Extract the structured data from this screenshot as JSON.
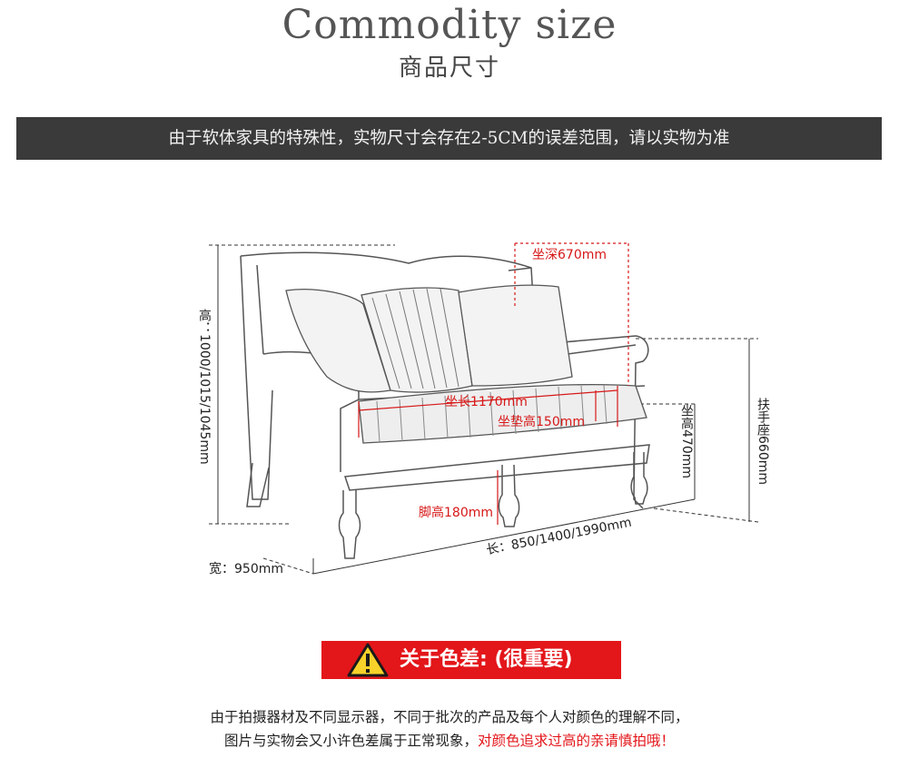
{
  "header": {
    "title_en": "Commodity size",
    "title_cn": "商品尺寸"
  },
  "notice": {
    "text": "由于软体家具的特殊性，实物尺寸会存在2-5CM的误差范围，请以实物为准"
  },
  "dimensions": {
    "seat_depth": "坐深670mm",
    "height": "高：1000/1015/1045mm",
    "seat_length": "坐长1170mm",
    "cushion_height": "坐垫高150mm",
    "seat_height": "坐高470mm",
    "armrest_height": "扶手座660mm",
    "leg_height": "脚高180mm",
    "length": "长：850/1400/1990mm",
    "width": "宽：950mm"
  },
  "warning": {
    "icon": "warning-triangle-icon",
    "title": "关于色差: (很重要)"
  },
  "note": {
    "line1": "由于拍摄器材及不同显示器，不同于批次的产品及每个人对颜色的理解不同，",
    "line2_normal": "图片与实物会又小许色差属于正常现象，",
    "line2_highlight": "对颜色追求过高的亲请慎拍哦！"
  },
  "colors": {
    "notice_bg": "#3a3a3a",
    "accent_red": "#e3161a",
    "dimension_red": "#d71818"
  }
}
